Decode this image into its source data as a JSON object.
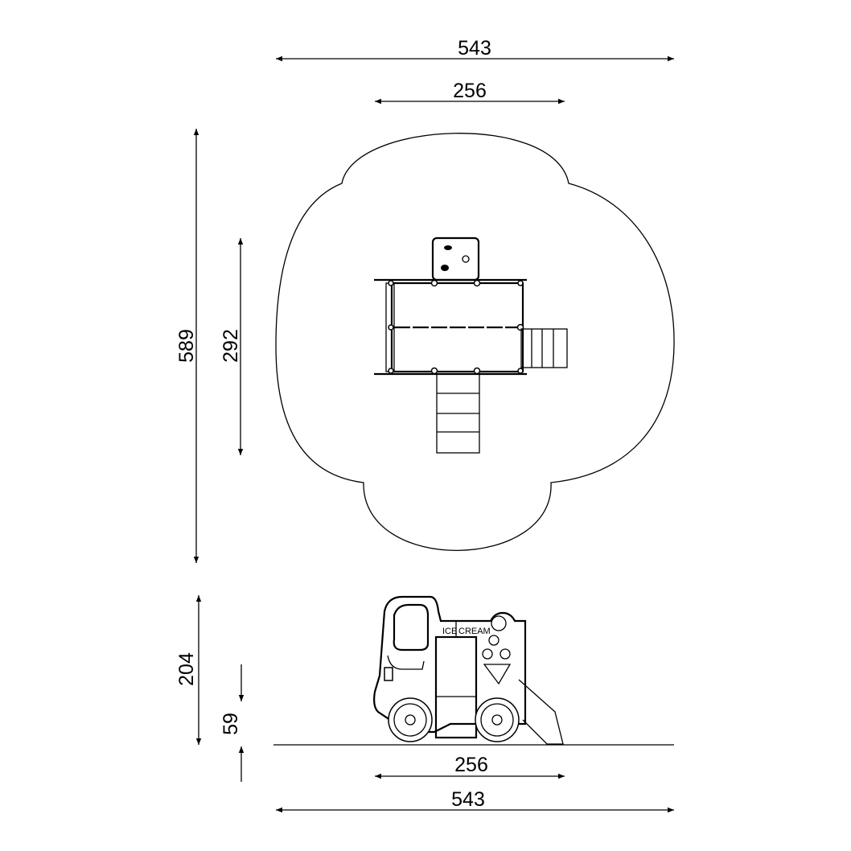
{
  "dimensions": {
    "top_total_width": "543",
    "top_equipment_width": "256",
    "total_depth": "589",
    "equipment_depth": "292",
    "height": "204",
    "free_fall_height": "59",
    "side_equipment_width": "256",
    "side_total_width": "543"
  },
  "truck_sign": {
    "word1": "ICE",
    "word2": "CREAM"
  }
}
